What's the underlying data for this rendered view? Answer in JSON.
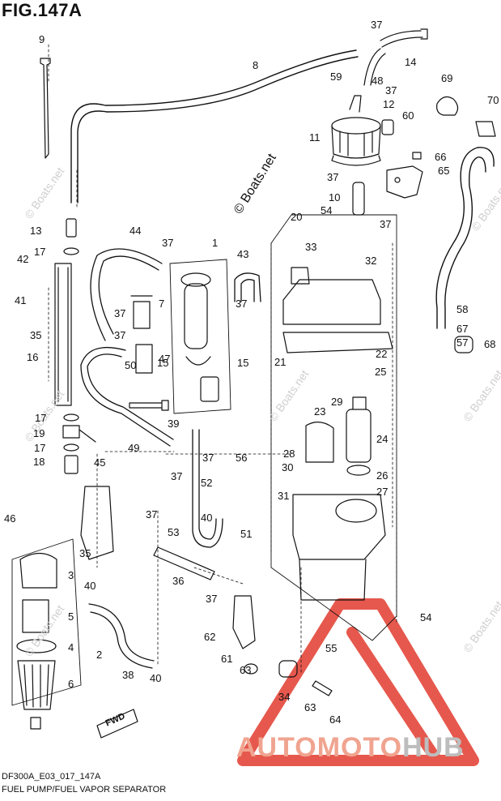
{
  "figure": {
    "title": "FIG.147A",
    "code": "DF300A_E03_017_147A",
    "caption": "FUEL PUMP/FUEL VAPOR SEPARATOR",
    "copyright": "© Boats.net",
    "watermark_small": "© Boats.net",
    "brand_part1": "AUTOMOTO",
    "brand_part2": "HUB",
    "fwd_label": "FWD"
  },
  "colors": {
    "line": "#111111",
    "watermark_red": "#e23b2e",
    "watermark_grey": "#bdbdbd"
  },
  "callouts": [
    "9",
    "8",
    "37",
    "14",
    "48",
    "37",
    "59",
    "69",
    "70",
    "12",
    "60",
    "11",
    "66",
    "65",
    "37",
    "10",
    "54",
    "37",
    "20",
    "13",
    "44",
    "37",
    "1",
    "43",
    "17",
    "42",
    "33",
    "32",
    "41",
    "7",
    "37",
    "37",
    "58",
    "35",
    "37",
    "67",
    "57",
    "16",
    "47",
    "22",
    "68",
    "21",
    "25",
    "50",
    "15",
    "15",
    "29",
    "17",
    "39",
    "23",
    "19",
    "49",
    "24",
    "28",
    "17",
    "37",
    "56",
    "18",
    "30",
    "26",
    "45",
    "37",
    "52",
    "31",
    "27",
    "37",
    "40",
    "46",
    "53",
    "51",
    "35",
    "3",
    "40",
    "36",
    "37",
    "54",
    "5",
    "62",
    "4",
    "2",
    "55",
    "61",
    "63",
    "6",
    "38",
    "40",
    "34",
    "63",
    "64"
  ]
}
